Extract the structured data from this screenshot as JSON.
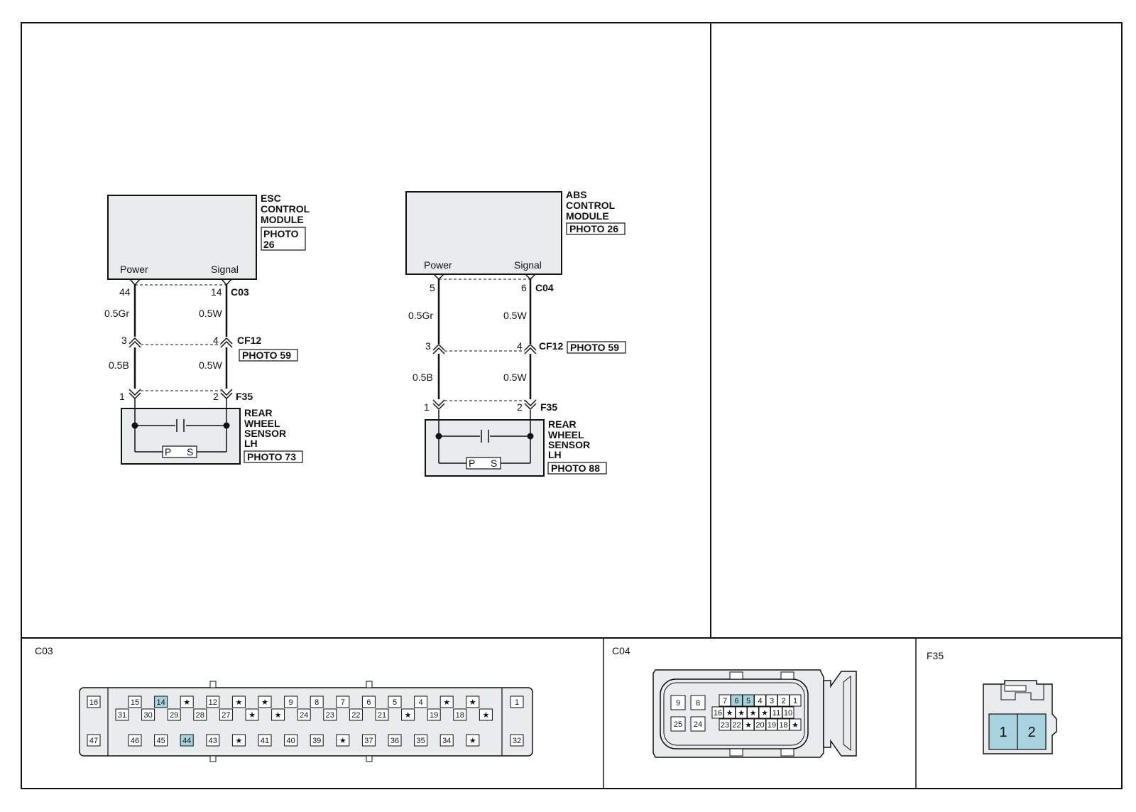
{
  "left_diagram": {
    "module": {
      "lines": [
        "ESC",
        "CONTROL",
        "MODULE"
      ],
      "photo": [
        "PHOTO",
        "26"
      ],
      "power": "Power",
      "signal": "Signal"
    },
    "module_connector": {
      "id": "C03",
      "pin_power": "44",
      "pin_signal": "14"
    },
    "wire_upper": {
      "power": "0.5Gr",
      "signal": "0.5W"
    },
    "mid_connector": {
      "id": "CF12",
      "pin_power": "3",
      "pin_signal": "4",
      "photo": "PHOTO 59"
    },
    "wire_lower": {
      "power": "0.5B",
      "signal": "0.5W"
    },
    "sensor_connector": {
      "id": "F35",
      "pin_power": "1",
      "pin_signal": "2"
    },
    "sensor": {
      "lines": [
        "REAR",
        "WHEEL",
        "SENSOR",
        "LH"
      ],
      "photo": "PHOTO 73",
      "p": "P",
      "s": "S"
    }
  },
  "right_diagram": {
    "module": {
      "lines": [
        "ABS",
        "CONTROL",
        "MODULE"
      ],
      "photo": "PHOTO 26",
      "power": "Power",
      "signal": "Signal"
    },
    "module_connector": {
      "id": "C04",
      "pin_power": "5",
      "pin_signal": "6"
    },
    "wire_upper": {
      "power": "0.5Gr",
      "signal": "0.5W"
    },
    "mid_connector": {
      "id": "CF12",
      "pin_power": "3",
      "pin_signal": "4",
      "photo": "PHOTO 59"
    },
    "wire_lower": {
      "power": "0.5B",
      "signal": "0.5W"
    },
    "sensor_connector": {
      "id": "F35",
      "pin_power": "1",
      "pin_signal": "2"
    },
    "sensor": {
      "lines": [
        "REAR",
        "WHEEL",
        "SENSOR",
        "LH"
      ],
      "photo": "PHOTO 88",
      "p": "P",
      "s": "S"
    }
  },
  "connectors": {
    "c03": {
      "title": "C03",
      "left_pins": [
        "16",
        "47"
      ],
      "right_pins": [
        "1",
        "32"
      ],
      "row1": [
        "15",
        "14",
        "★",
        "12",
        "★",
        "★",
        "9",
        "8",
        "7",
        "6",
        "5",
        "4",
        "★",
        "★"
      ],
      "row2": [
        "31",
        "30",
        "29",
        "28",
        "27",
        "★",
        "★",
        "24",
        "23",
        "22",
        "21",
        "★",
        "19",
        "18",
        "★"
      ],
      "row3": [
        "46",
        "45",
        "44",
        "43",
        "★",
        "41",
        "40",
        "39",
        "★",
        "37",
        "36",
        "35",
        "34",
        "★"
      ],
      "highlight": [
        "14",
        "44"
      ]
    },
    "c04": {
      "title": "C04",
      "left_block": [
        "9",
        "8",
        "25",
        "24"
      ],
      "row1": [
        "7",
        "6",
        "5",
        "4",
        "3",
        "2",
        "1"
      ],
      "row2": [
        "16",
        "★",
        "★",
        "★",
        "★",
        "11",
        "10"
      ],
      "row3": [
        "23",
        "22",
        "★",
        "20",
        "19",
        "18",
        "★"
      ],
      "highlight": [
        "6",
        "5"
      ]
    },
    "f35": {
      "title": "F35",
      "pins": [
        "1",
        "2"
      ]
    }
  },
  "colors": {
    "module_fill": "#e8ecec",
    "pin_highlight": "#a7d3de",
    "line": "#111111"
  }
}
